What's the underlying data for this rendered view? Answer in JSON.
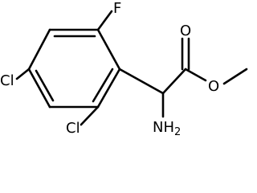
{
  "structure": {
    "atoms": {
      "fluorine": "F",
      "chlorine_top": "Cl",
      "chlorine_bottom": "Cl",
      "carbonyl_oxygen": "O",
      "ester_oxygen": "O",
      "amine": "NH",
      "amine_subscript": "2"
    }
  }
}
